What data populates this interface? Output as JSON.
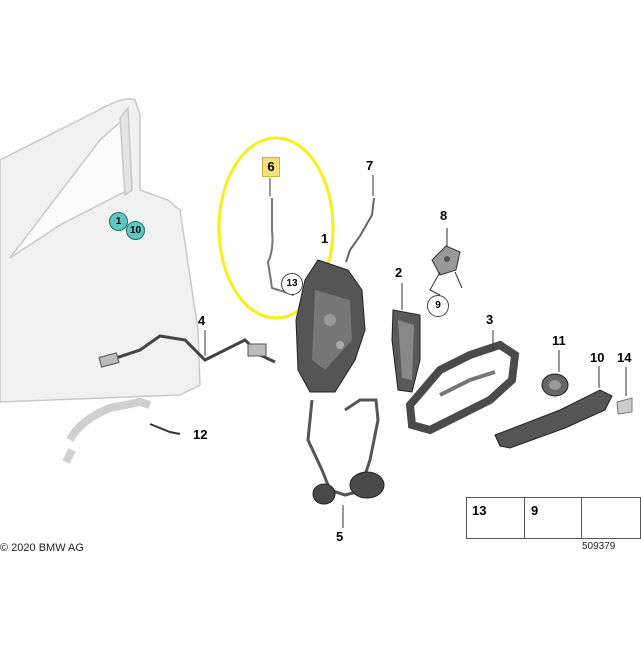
{
  "diagram": {
    "part_labels": {
      "p1": "1",
      "p2": "2",
      "p3": "3",
      "p4": "4",
      "p5": "5",
      "p6": "6",
      "p7": "7",
      "p8": "8",
      "p9": "9",
      "p10": "10",
      "p11": "11",
      "p12": "12",
      "p13": "13",
      "p14": "14"
    },
    "door_callouts": {
      "c1": "1",
      "c10": "10"
    },
    "legend": {
      "item_a": "13",
      "item_b": "9"
    },
    "copyright": "© 2020 BMW AG",
    "reference_number": "509379",
    "highlight_color": "#f5ef1a",
    "callout_color": "#5ec8c0"
  }
}
